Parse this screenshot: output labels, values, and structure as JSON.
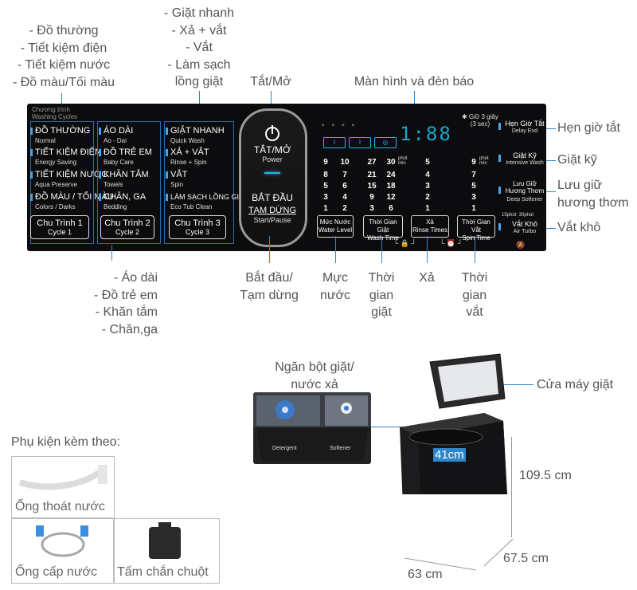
{
  "callouts": {
    "group1": [
      "- Đồ thường",
      "- Tiết kiệm điện",
      "- Tiết kiệm nước",
      "- Đồ màu/Tối màu"
    ],
    "group3": [
      "- Giặt nhanh",
      "- Xả + vắt",
      "- Vắt",
      "- Làm sạch",
      "lồng giặt"
    ],
    "power": "Tắt/Mở",
    "display": "Màn hình và đèn báo",
    "delay_end": "Hẹn giờ tắt",
    "intensive": "Giặt kỹ",
    "softener": [
      "Lưu giữ",
      "hương thơm"
    ],
    "air_turbo": "Vắt khô",
    "group2": [
      "- Áo dài",
      "- Đồ trẻ em",
      "- Khăn tắm",
      "- Chăn,ga"
    ],
    "start": [
      "Bắt đầu/",
      "Tạm dừng"
    ],
    "water": [
      "Mực",
      "nước"
    ],
    "wash_time": [
      "Thời",
      "gian",
      "giặt"
    ],
    "rinse": "Xả",
    "spin_time": [
      "Thời",
      "gian",
      "vắt"
    ]
  },
  "panel": {
    "cycles_header": [
      "Chương trình",
      "Washing Cycles"
    ],
    "group1": [
      {
        "vi": "ĐỒ THƯỜNG",
        "en": "Normal"
      },
      {
        "vi": "TIẾT KIỆM ĐIỆN",
        "en": "Energy Saving"
      },
      {
        "vi": "TIẾT KIỆM NƯỚC",
        "en": "Aqua Preserve"
      },
      {
        "vi": "ĐỒ MÀU / TỐI MÀU",
        "en": "Colors / Darks"
      }
    ],
    "group2": [
      {
        "vi": "ÁO DÀI",
        "en": "Ao - Dai"
      },
      {
        "vi": "ĐỒ TRẺ EM",
        "en": "Baby Care"
      },
      {
        "vi": "KHĂN TẮM",
        "en": "Towels"
      },
      {
        "vi": "CHĂN, GA",
        "en": "Bedding"
      }
    ],
    "group3": [
      {
        "vi": "GIẶT NHANH",
        "en": "Quick Wash"
      },
      {
        "vi": "XẢ + VẮT",
        "en": "Rinse + Spin"
      },
      {
        "vi": "VẮT",
        "en": "Spin"
      },
      {
        "vi": "LÀM SẠCH LỒNG GIẶT",
        "en": "Eco Tub Clean"
      }
    ],
    "cycle_buttons": [
      {
        "vi": "Chu Trình 1",
        "en": "Cycle 1"
      },
      {
        "vi": "Chu Trình 2",
        "en": "Cycle 2"
      },
      {
        "vi": "Chu Trình 3",
        "en": "Cycle 3"
      }
    ],
    "power": {
      "vi": "TẮT/MỞ",
      "en": "Power"
    },
    "start": {
      "vi1": "BẮT ĐẦU",
      "vi2": "TẠM DỪNG",
      "en": "Start/Pause"
    },
    "display_digits": "1:88",
    "hold_note": [
      "✱ Giữ 3 giây",
      "(3 sec)"
    ],
    "grid": [
      [
        "9",
        "10",
        "27",
        "30",
        "5",
        "9"
      ],
      [
        "8",
        "7",
        "21",
        "24",
        "4",
        "7"
      ],
      [
        "5",
        "6",
        "15",
        "18",
        "3",
        "5"
      ],
      [
        "3",
        "4",
        "9",
        "12",
        "2",
        "3"
      ],
      [
        "1",
        "2",
        "3",
        "6",
        "1",
        "1"
      ]
    ],
    "grid_units": [
      "phút",
      "min"
    ],
    "grid_units2": [
      "phút",
      "min"
    ],
    "bottom_buttons": [
      {
        "vi": "Mức Nước",
        "en": "Water Level"
      },
      {
        "vi": "Thời Gian Giặt",
        "en": "Wash Time"
      },
      {
        "vi": "Xả",
        "en": "Rinse Times"
      },
      {
        "vi": "Thời Gian Vắt",
        "en": "Spin Time"
      }
    ],
    "right_options": [
      {
        "vi": "Hẹn Giờ Tắt",
        "en": "Delay End"
      },
      {
        "vi": "Giặt Kỹ",
        "en": "Intensive Wash"
      },
      {
        "vi": "Lưu Giữ Hương Thơm",
        "en": "Deep Softener"
      },
      {
        "vi": "Vắt Khô",
        "en": "Air Turbo"
      }
    ],
    "turbo_times": [
      "15phút",
      "30phút"
    ]
  },
  "drawer": {
    "label": [
      "Ngăn bột giặt/",
      "nước xả"
    ],
    "left_caption": [
      "Detergent"
    ],
    "right_caption": [
      "Softener"
    ]
  },
  "machine": {
    "lid_label": "Cửa máy giặt",
    "drum_label": "41cm",
    "height": "109.5 cm",
    "depth": "67.5 cm",
    "width": "63 cm"
  },
  "accessories": {
    "title": "Phụ kiện kèm theo:",
    "items": [
      "Ống thoát nước",
      "Ống cấp nước",
      "Tấm chắn chuột"
    ]
  },
  "colors": {
    "accent": "#2f86c8",
    "panel": "#0c0c0e",
    "led": "#29b6e6"
  }
}
